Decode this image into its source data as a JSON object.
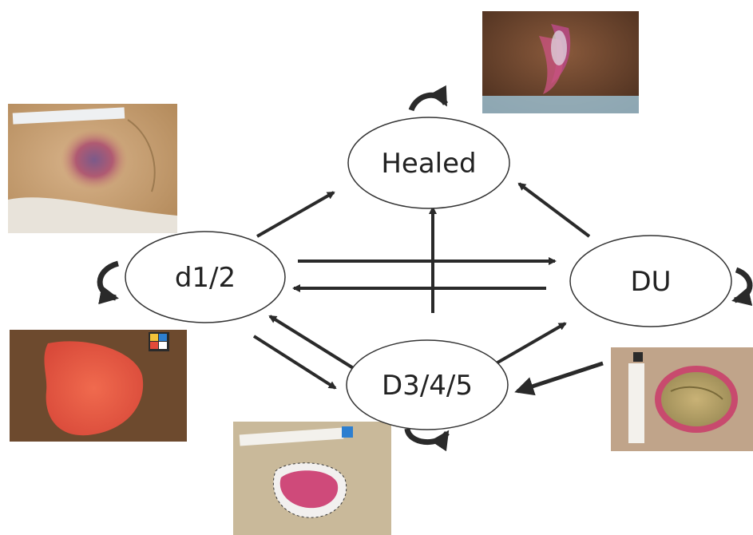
{
  "nodes": {
    "healed": {
      "label": "Healed"
    },
    "d12": {
      "label": "d1/2"
    },
    "du": {
      "label": "DU"
    },
    "d345": {
      "label": "D3/4/5"
    }
  },
  "photos": {
    "healed": "healed wound photo",
    "d12_upper": "category 1/2 pressure damage photo",
    "d12_lower": "red wound bed photo",
    "d345": "deep cavity wound photo",
    "du": "slough-covered wound photo with ruler"
  },
  "colors": {
    "ink": "#222222",
    "arrow": "#2a2a2a",
    "ellipse_stroke": "#333333",
    "ellipse_fill": "#ffffff"
  }
}
